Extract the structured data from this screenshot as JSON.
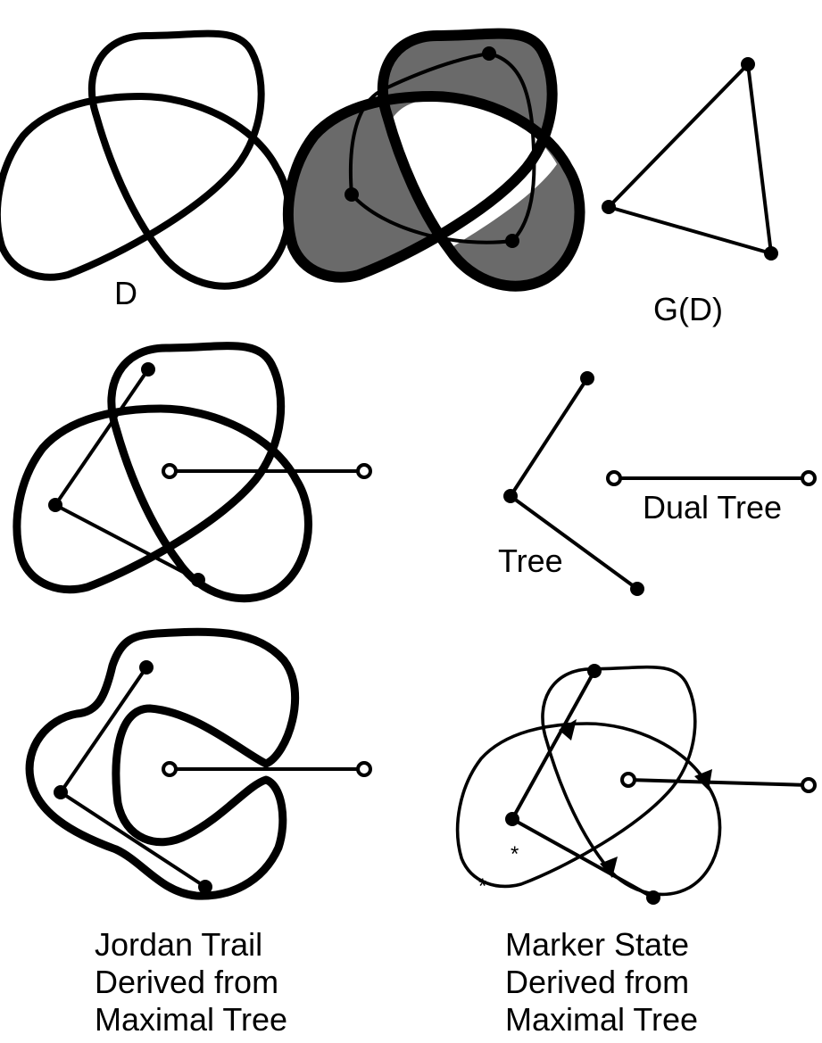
{
  "labels": {
    "diagram": "D",
    "graph": "G(D)",
    "dual_tree": "Dual Tree",
    "tree": "Tree",
    "star": "*"
  },
  "captions": {
    "jordan_trail": [
      "Jordan Trail",
      "Derived from",
      "Maximal Tree"
    ],
    "marker_state": [
      "Marker State",
      "Derived from",
      "Maximal Tree"
    ]
  },
  "colors": {
    "ink": "#000000",
    "shaded_region": "#6a6a6a",
    "background": "#ffffff"
  }
}
